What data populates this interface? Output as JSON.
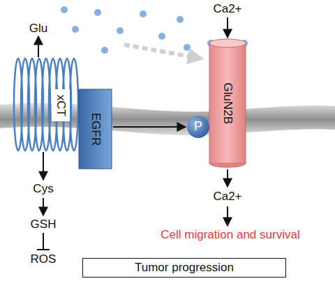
{
  "diagram": {
    "nodes": [
      {
        "text": [
          "xCT"
        ]
      },
      {
        "text": [
          "EGFR"
        ]
      },
      {
        "text": [
          "GluN2B"
        ]
      },
      {
        "text": [
          "P"
        ]
      },
      {
        "text": [
          "Tumor progression"
        ]
      }
    ],
    "edges": [
      {
        "from": 1,
        "to": 3,
        "arrow": "to"
      }
    ],
    "labels": [
      "Glu",
      "Ca2+",
      "Cys",
      "GSH",
      "ROS",
      "Ca2+",
      "Cell migration and survival"
    ]
  }
}
